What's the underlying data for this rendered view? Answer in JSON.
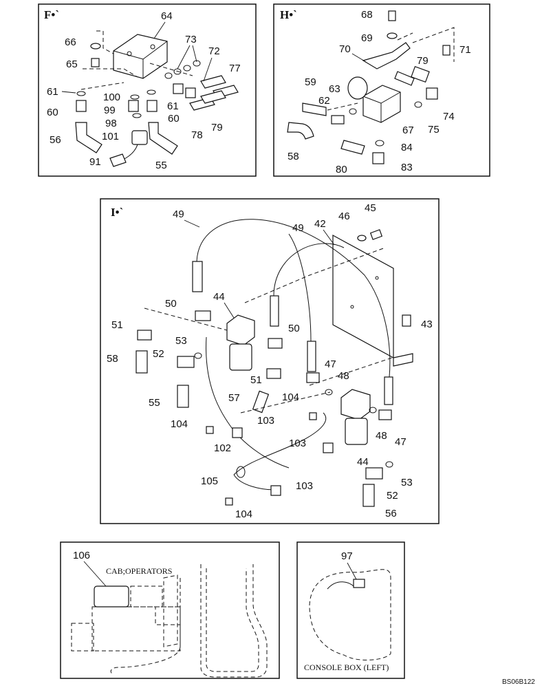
{
  "sections": {
    "f": "F•`",
    "h": "H•`",
    "i": "I•`"
  },
  "labels": {
    "f64": "64",
    "f66": "66",
    "f65": "65",
    "f73": "73",
    "f72": "72",
    "f77": "77",
    "f61a": "61",
    "f100": "100",
    "f61b": "61",
    "f60a": "60",
    "f99": "99",
    "f60b": "60",
    "f79": "79",
    "f98": "98",
    "f78": "78",
    "f56": "56",
    "f101": "101",
    "f55": "55",
    "f91": "91",
    "h68": "68",
    "h69": "69",
    "h70": "70",
    "h71": "71",
    "h79": "79",
    "h59": "59",
    "h63": "63",
    "h62": "62",
    "h74": "74",
    "h75": "75",
    "h67": "67",
    "h84": "84",
    "h58": "58",
    "h80": "80",
    "h83": "83",
    "i49a": "49",
    "i45": "45",
    "i46": "46",
    "i42": "42",
    "i49b": "49",
    "i44a": "44",
    "i50a": "50",
    "i43": "43",
    "i51a": "51",
    "i50b": "50",
    "i53a": "53",
    "i52a": "52",
    "i58": "58",
    "i51b": "51",
    "i47a": "47",
    "i48a": "48",
    "i57": "57",
    "i104a": "104",
    "i55": "55",
    "i104b": "104",
    "i103a": "103",
    "i103b": "103",
    "i48b": "48",
    "i47b": "47",
    "i44b": "44",
    "i102": "102",
    "i105": "105",
    "i103c": "103",
    "i53b": "53",
    "i52b": "52",
    "i104c": "104",
    "i56": "56",
    "b106": "106",
    "b97": "97"
  },
  "captions": {
    "cab": "CAB;OPERATORS",
    "console": "CONSOLE BOX (LEFT)",
    "code": "BS06B122"
  }
}
